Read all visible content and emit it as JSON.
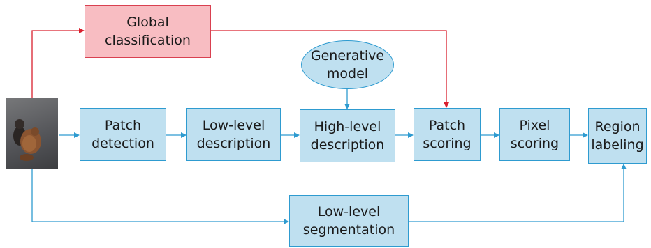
{
  "nodes": {
    "global_classification": "Global\nclassification",
    "generative_model": "Generative\nmodel",
    "patch_detection": "Patch\ndetection",
    "low_level_description": "Low-level\ndescription",
    "high_level_description": "High-level\ndescription",
    "patch_scoring": "Patch\nscoring",
    "pixel_scoring": "Pixel\nscoring",
    "region_labeling": "Region\nlabeling",
    "low_level_segmentation": "Low-level\nsegmentation"
  },
  "colors": {
    "box_fill": "#bfe0f0",
    "box_stroke": "#2e9bd0",
    "highlight_fill": "#f8bdc2",
    "highlight_stroke": "#d94050",
    "blue_arrow": "#2e9bd0",
    "red_arrow": "#d9202e"
  }
}
